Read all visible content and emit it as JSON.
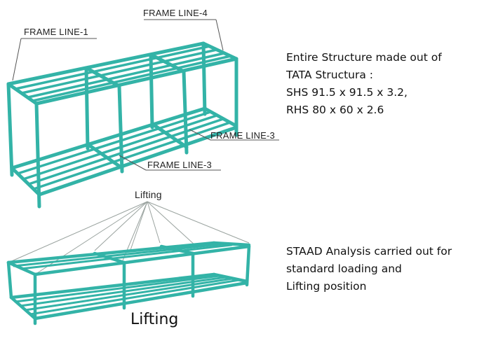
{
  "frame_lines": {
    "fl1": "FRAME LINE-1",
    "fl4": "FRAME LINE-4",
    "fl3_right": "FRAME LINE-3",
    "fl3_bottom": "FRAME LINE-3"
  },
  "description_top": [
    "Entire Structure made out  of",
    "TATA Structura :",
    "SHS  91.5 x 91.5 x 3.2,",
    "RHS  80 x 60 x 2.6"
  ],
  "description_bottom": [
    "STAAD Analysis carried out for",
    "standard loading and",
    "Lifting position"
  ],
  "lifting_top_label": "Lifting",
  "lifting_caption": "Lifting",
  "colors": {
    "frame": "#33b3a7",
    "frame_dark": "#1f8c82",
    "leader": "#555555",
    "sling": "#9aa39f"
  }
}
